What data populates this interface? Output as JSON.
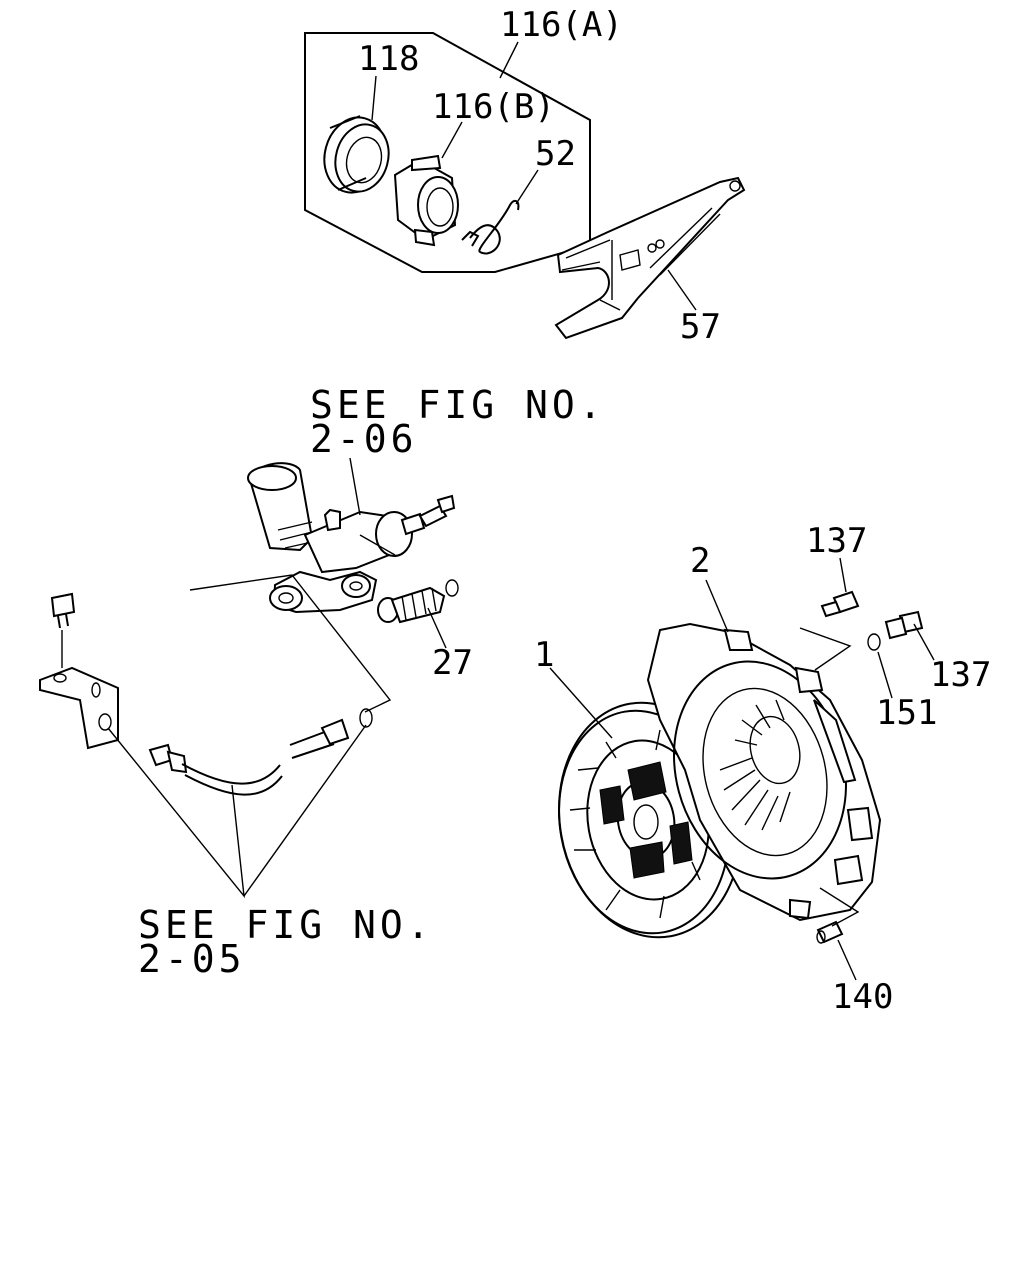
{
  "callouts": {
    "p116a": "116(A)",
    "p118": "118",
    "p116b": "116(B)",
    "p52": "52",
    "p57": "57",
    "p27": "27",
    "p137_top": "137",
    "p137_right": "137",
    "p2": "2",
    "p151": "151",
    "p1": "1",
    "p140": "140"
  },
  "references": {
    "fig_206_line1": "SEE FIG NO.",
    "fig_206_line2": "2-06",
    "fig_205_line1": "SEE FIG NO.",
    "fig_205_line2": "2-05"
  }
}
